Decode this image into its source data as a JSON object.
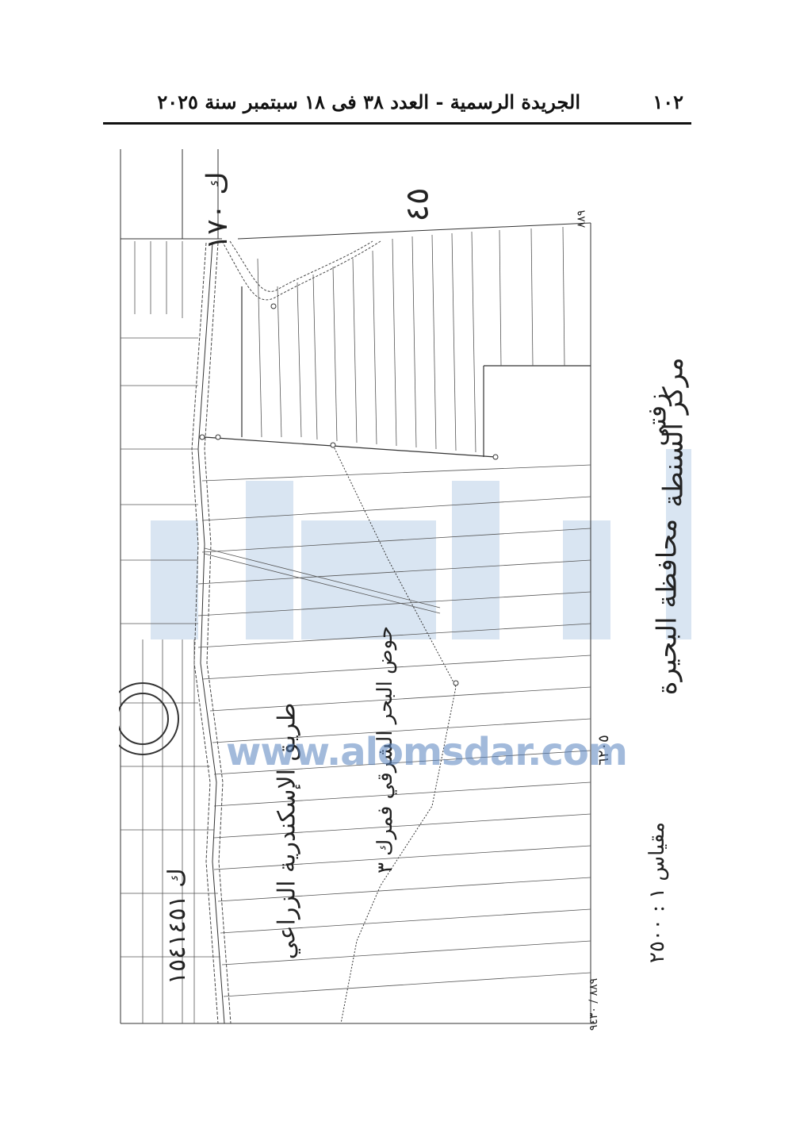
{
  "header": {
    "page_number": "١٠٢",
    "title": "الجريدة الرسمية - العدد ٣٨ فى ١٨ سبتمبر سنة ٢٠٢٥"
  },
  "map": {
    "governorate_label": "محافظة البحيرة",
    "center_label": "مركز السنطة",
    "district_label": "زفتى",
    "basin_label": "حوض البحر الشرقي فمرك ٣",
    "road_label": "طريق الإسكندرية الزراعي",
    "scale_label": "مقياس ١ : ٢٥٠٠",
    "coord_top": "٨٨٩",
    "coord_bottom": "٨٨٩ / ٩٤٣٠",
    "coord_mid": "٦٢٠٥",
    "handwritten_top": "٤٥",
    "handwritten_side": "ك ١٧٠",
    "handwritten_bottom": "ك ١٥٤١٤٥١"
  },
  "watermark": {
    "url": "www.alomsdar.com"
  },
  "colors": {
    "watermark_blue": "#5582be",
    "line": "#333333"
  }
}
